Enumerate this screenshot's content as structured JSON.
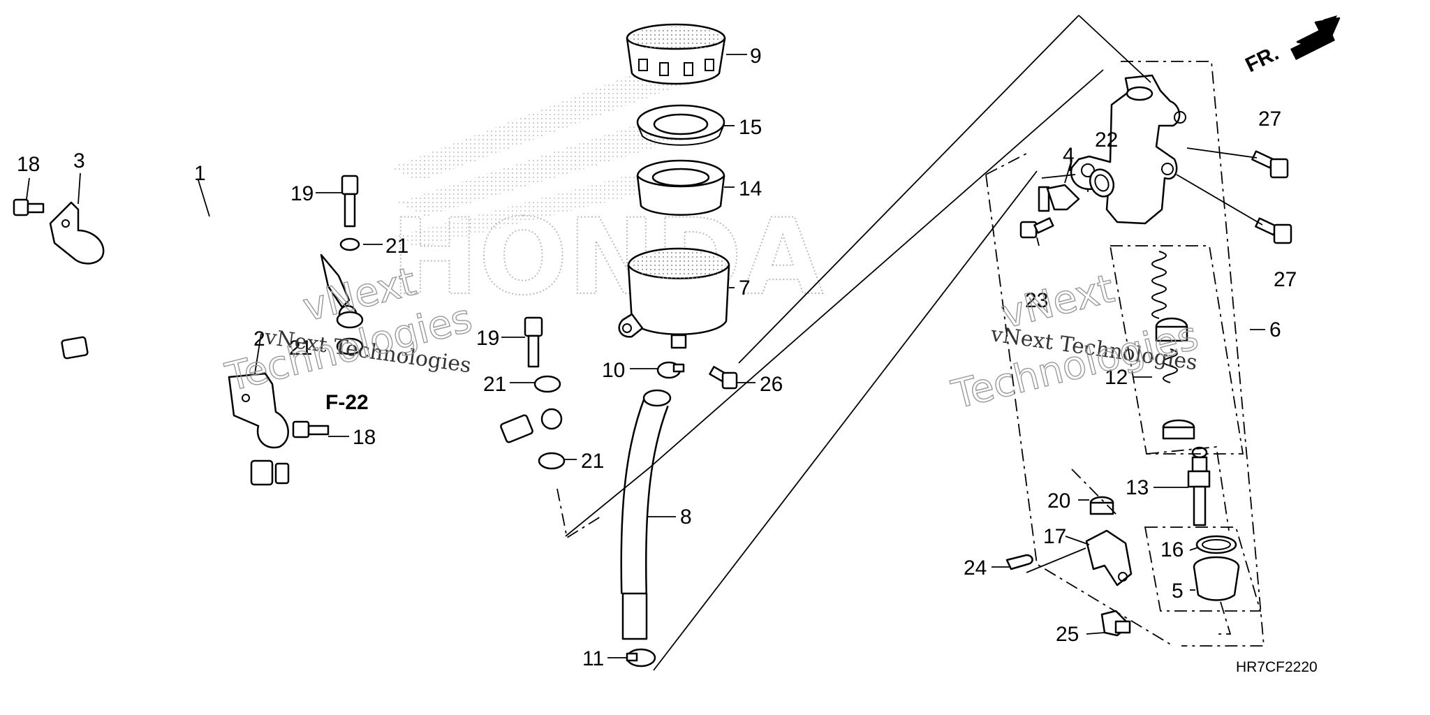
{
  "diagram": {
    "diagram_code": "HR7CF2220",
    "front_arrow_label": "FR.",
    "reference_label": "F-22",
    "watermarks": [
      "vNext Technologies",
      "vNext",
      "Technologies",
      "vNext Technologies",
      "vNext",
      "Technologies"
    ],
    "callouts": [
      {
        "id": "c1",
        "text": "1"
      },
      {
        "id": "c2",
        "text": "2"
      },
      {
        "id": "c3",
        "text": "3"
      },
      {
        "id": "c4",
        "text": "4"
      },
      {
        "id": "c5",
        "text": "5"
      },
      {
        "id": "c6",
        "text": "6"
      },
      {
        "id": "c7",
        "text": "7"
      },
      {
        "id": "c8",
        "text": "8"
      },
      {
        "id": "c9",
        "text": "9"
      },
      {
        "id": "c10",
        "text": "10"
      },
      {
        "id": "c11",
        "text": "11"
      },
      {
        "id": "c12",
        "text": "12"
      },
      {
        "id": "c13",
        "text": "13"
      },
      {
        "id": "c14",
        "text": "14"
      },
      {
        "id": "c15",
        "text": "15"
      },
      {
        "id": "c16",
        "text": "16"
      },
      {
        "id": "c17",
        "text": "17"
      },
      {
        "id": "c18a",
        "text": "18"
      },
      {
        "id": "c18b",
        "text": "18"
      },
      {
        "id": "c19a",
        "text": "19"
      },
      {
        "id": "c19b",
        "text": "19"
      },
      {
        "id": "c20",
        "text": "20"
      },
      {
        "id": "c21a",
        "text": "21"
      },
      {
        "id": "c21b",
        "text": "21"
      },
      {
        "id": "c21c",
        "text": "21"
      },
      {
        "id": "c21d",
        "text": "21"
      },
      {
        "id": "c22",
        "text": "22"
      },
      {
        "id": "c23",
        "text": "23"
      },
      {
        "id": "c24",
        "text": "24"
      },
      {
        "id": "c25",
        "text": "25"
      },
      {
        "id": "c26",
        "text": "26"
      },
      {
        "id": "c27a",
        "text": "27"
      },
      {
        "id": "c27b",
        "text": "27"
      }
    ]
  }
}
